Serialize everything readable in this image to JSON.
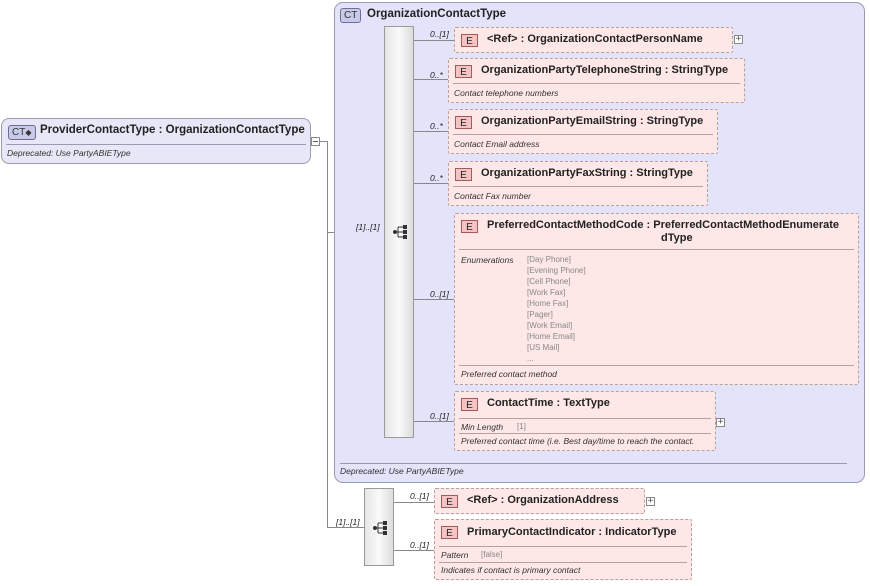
{
  "root": {
    "badge": "CT",
    "title": "ProviderContactType : OrganizationContactType",
    "note": "Deprecated: Use PartyABIEType"
  },
  "ct": {
    "badge": "CT",
    "title": "OrganizationContactType",
    "note": "Deprecated: Use PartyABIEType"
  },
  "seq_mult": "[1]..[1]",
  "seq2_mult": "[1]..[1]",
  "badge_e": "E",
  "elements": [
    {
      "mult": "0..[1]",
      "name": "<Ref>     : OrganizationContactPersonName"
    },
    {
      "mult": "0..*",
      "name": "OrganizationPartyTelephoneString : StringType",
      "doc": "Contact telephone numbers"
    },
    {
      "mult": "0..*",
      "name": "OrganizationPartyEmailString : StringType",
      "doc": "Contact Email address"
    },
    {
      "mult": "0..*",
      "name": "OrganizationPartyFaxString : StringType",
      "doc": "Contact Fax number"
    },
    {
      "mult": "0..[1]",
      "name_line1": "PreferredContactMethodCode : PreferredContactMethodEnumerate",
      "name_line2": "dType",
      "enum_label": "Enumerations",
      "enums": [
        "[Day Phone]",
        "[Evening Phone]",
        "[Cell Phone]",
        "[Work Fax]",
        "[Home Fax]",
        "[Pager]",
        "[Work Email]",
        "[Home Email]",
        "[US Mail]",
        "..."
      ],
      "doc": "Preferred contact method"
    },
    {
      "mult": "0..[1]",
      "name": "ContactTime : TextType",
      "facet_label": "Min Length",
      "facet_value": "[1]",
      "doc": "Preferred contact time (i.e. Best day/time to reach the contact."
    },
    {
      "mult": "0..[1]",
      "name": "<Ref>     : OrganizationAddress"
    },
    {
      "mult": "0..[1]",
      "name": "PrimaryContactIndicator : IndicatorType",
      "facet_label": "Pattern",
      "facet_value": "[false]",
      "doc": "Indicates if contact is primary contact"
    }
  ]
}
